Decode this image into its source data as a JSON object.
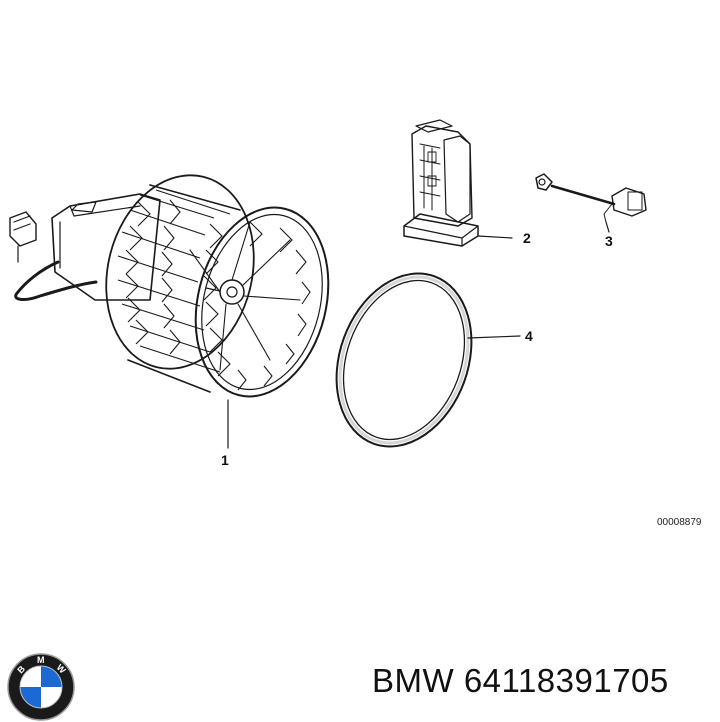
{
  "callouts": {
    "part_1": "1",
    "part_2": "2",
    "part_3": "3",
    "part_4": "4"
  },
  "diagram_ref": "00008879",
  "brand": {
    "name": "BMW",
    "part_number": "64118391705",
    "logo_letters": [
      "B",
      "M",
      "W"
    ],
    "colors": {
      "logo_blue": "#1c69d4",
      "logo_ring": "#1a1a1a",
      "logo_white": "#ffffff"
    }
  }
}
